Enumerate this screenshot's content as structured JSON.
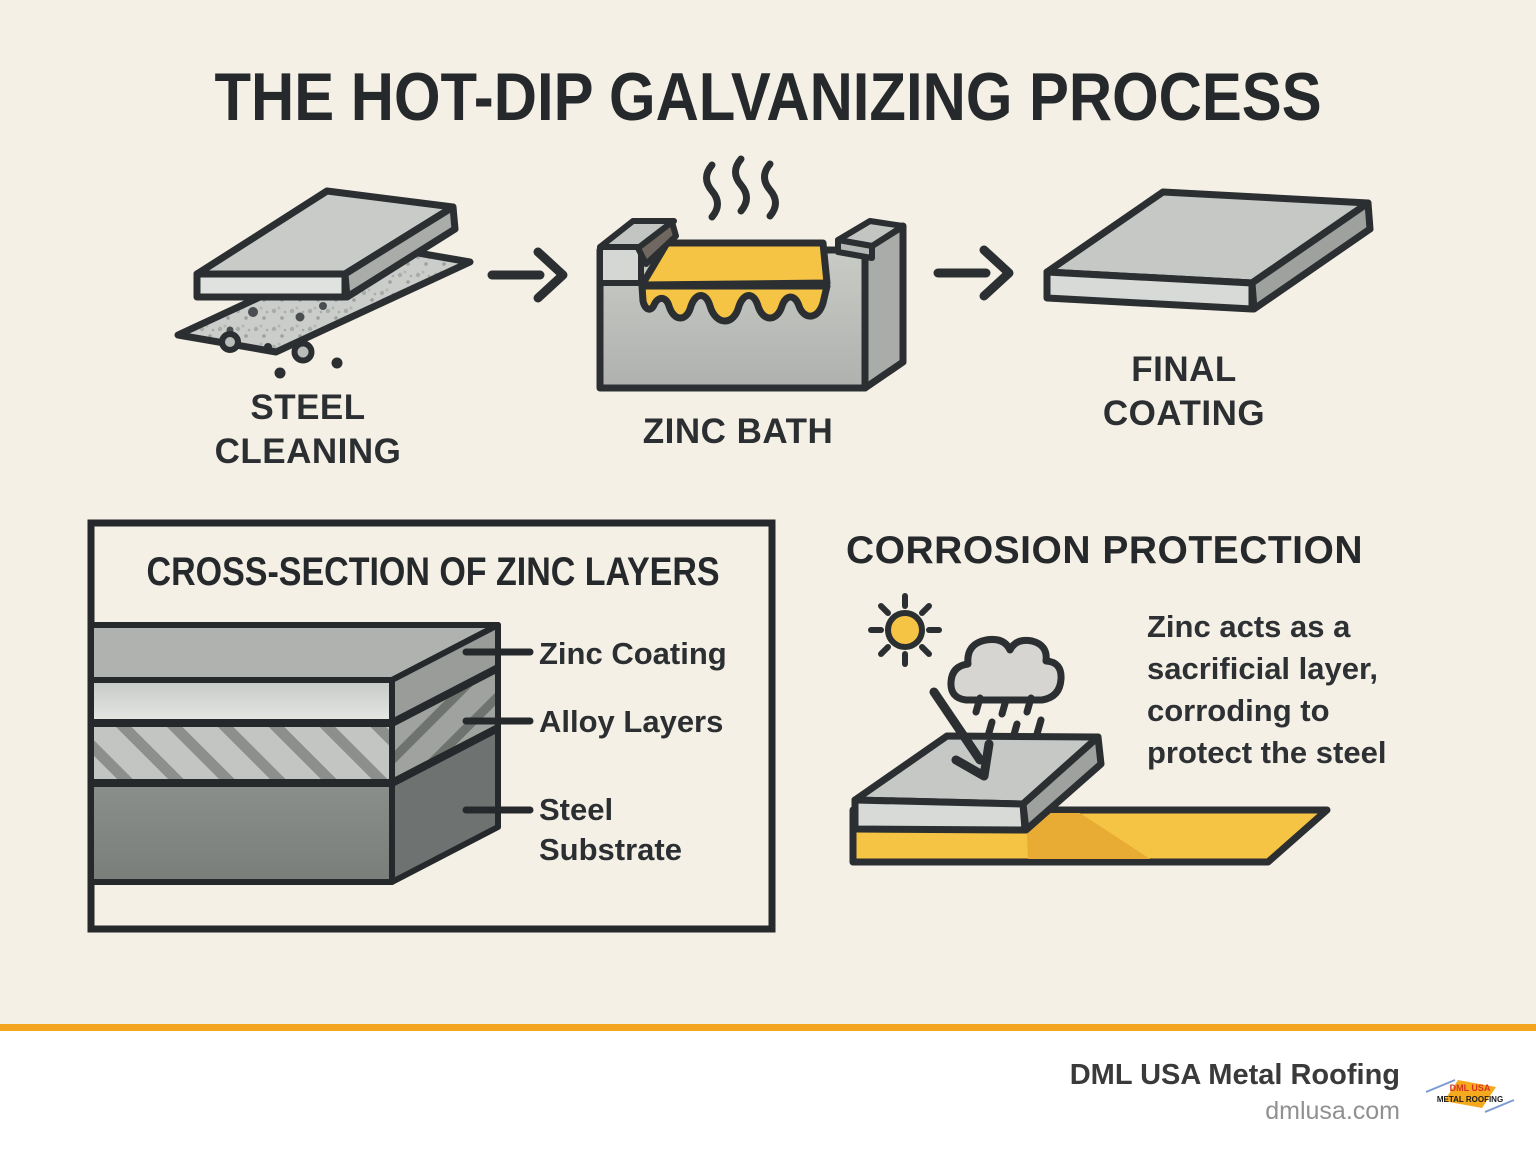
{
  "title": "THE HOT-DIP GALVANIZING PROCESS",
  "process": {
    "steps": [
      {
        "id": "steel-cleaning",
        "label": "STEEL CLEANING",
        "icon": "steel-sheets-cleaning-icon"
      },
      {
        "id": "zinc-bath",
        "label": "ZINC BATH",
        "icon": "molten-zinc-tank-icon"
      },
      {
        "id": "final-coating",
        "label": "FINAL COATING",
        "icon": "coated-steel-slab-icon"
      }
    ],
    "arrow_icon": "right-arrow-icon"
  },
  "cross_section": {
    "title": "CROSS-SECTION OF ZINC LAYERS",
    "layers": [
      {
        "label": "Zinc Coating"
      },
      {
        "label": "Alloy Layers"
      },
      {
        "label": "Steel Substrate"
      }
    ]
  },
  "corrosion": {
    "title": "CORROSION PROTECTION",
    "lines": [
      "Zinc acts as a",
      "sacrificial layer,",
      "corroding to",
      "protect the steel"
    ],
    "icons": [
      "sun-icon",
      "rain-cloud-icon",
      "down-arrow-icon",
      "sacrificial-zinc-strip-icon"
    ]
  },
  "footer": {
    "company": "DML USA Metal Roofing",
    "website": "dmlusa.com",
    "logo_line1": "DML USA",
    "logo_line2": "METAL ROOFING"
  },
  "colors": {
    "background": "#F5F0E6",
    "ink": "#2B2F31",
    "zinc_yellow": "#F6C445",
    "divider_orange": "#F3A51F",
    "footer_background": "#FFFFFF",
    "steel_gray": "#C6C8C5"
  }
}
